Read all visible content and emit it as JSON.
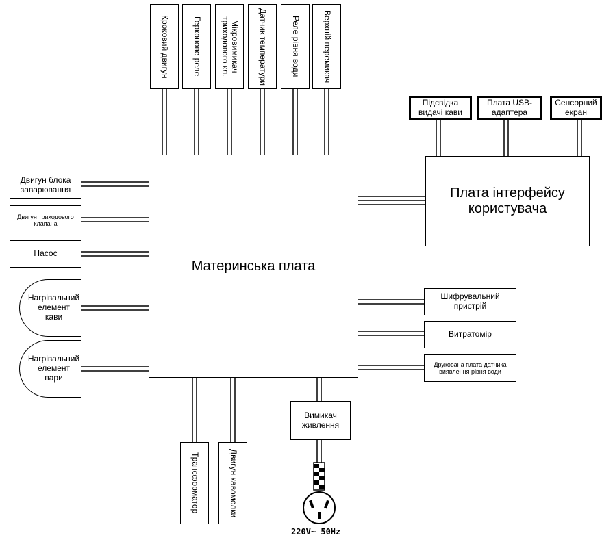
{
  "main_board": "Материнська плата",
  "top_components": [
    "Кроковий двигун",
    "Герконове реле",
    "Мікровимикач триходового кл.",
    "Датчик температури",
    "Реле рівня води",
    "Верхній перемикач"
  ],
  "left_components": [
    "Двигун блока заварювання",
    "Двигун триходового клапана",
    "Насос",
    "Нагрівальний елемент кави",
    "Нагрівальний елемент пари"
  ],
  "right_components": [
    "Шифрувальний пристрій",
    "Витратомір",
    "Друкована плата датчика виявлення рівня води"
  ],
  "bottom_components": [
    "Трансформатор",
    "Двигун кавомолки",
    "Вимикач живлення"
  ],
  "ui_board": {
    "label": "Плата інтерфейсу користувача",
    "children": [
      "Підсвідка видачі кави",
      "Плата USB-адаптера",
      "Сенсорний екран"
    ]
  },
  "power_label": "220V~ 50Hz"
}
